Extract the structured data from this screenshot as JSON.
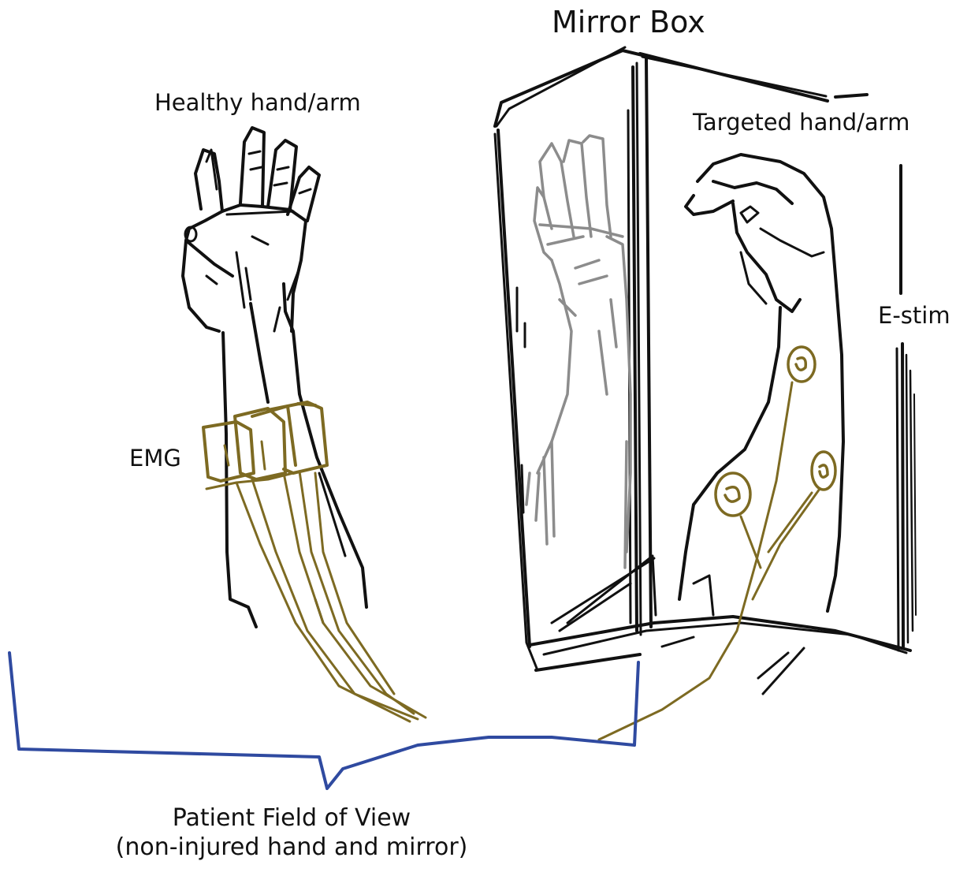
{
  "labels": {
    "mirror_box": "Mirror Box",
    "healthy_arm": "Healthy hand/arm",
    "targeted_arm": "Targeted hand/arm",
    "estim": "E-stim",
    "emg": "EMG",
    "field_of_view_line1": "Patient Field of View",
    "field_of_view_line2": "(non-injured hand and mirror)"
  },
  "colors": {
    "ink": "#111111",
    "reflection": "#8c8c8c",
    "electrode": "#7d6a22",
    "bracket": "#2f4aa0"
  }
}
